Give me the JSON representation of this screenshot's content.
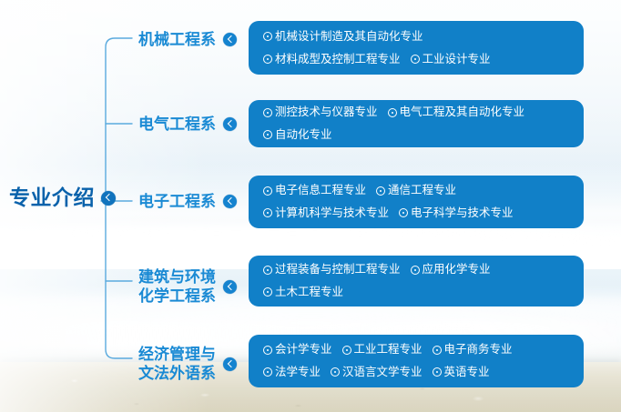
{
  "colors": {
    "box_blue": "#1180c8",
    "branch_label_blue": "#1a8ad4",
    "root_label_blue": "#0a62ab",
    "line_blue": "#5aaade",
    "tag_text": "#ffffff"
  },
  "root": {
    "label": "专业介绍",
    "marker_icon": "chevron-left-circle-icon"
  },
  "branches": [
    {
      "label": "机械工程系",
      "label_lines": [
        "机械工程系"
      ],
      "marker_icon": "chevron-left-circle-icon",
      "majors": [
        "机械设计制造及其自动化专业",
        "材料成型及控制工程专业",
        "工业设计专业"
      ]
    },
    {
      "label": "电气工程系",
      "label_lines": [
        "电气工程系"
      ],
      "marker_icon": "chevron-left-circle-icon",
      "majors": [
        "测控技术与仪器专业",
        "电气工程及其自动化专业",
        "自动化专业"
      ]
    },
    {
      "label": "电子工程系",
      "label_lines": [
        "电子工程系"
      ],
      "marker_icon": "chevron-left-circle-icon",
      "majors": [
        "电子信息工程专业",
        "通信工程专业",
        "计算机科学与技术专业",
        "电子科学与技术专业"
      ]
    },
    {
      "label": "建筑与环境化学工程系",
      "label_lines": [
        "建筑与环境",
        "化学工程系"
      ],
      "marker_icon": "chevron-left-circle-icon",
      "majors": [
        "过程装备与控制工程专业",
        "应用化学专业",
        "土木工程专业"
      ]
    },
    {
      "label": "经济管理与文法外语系",
      "label_lines": [
        "经济管理与",
        "文法外语系"
      ],
      "marker_icon": "chevron-left-circle-icon",
      "majors": [
        "会计学专业",
        "工业工程专业",
        "电子商务专业",
        "法学专业",
        "汉语言文学专业",
        "英语专业"
      ]
    }
  ]
}
